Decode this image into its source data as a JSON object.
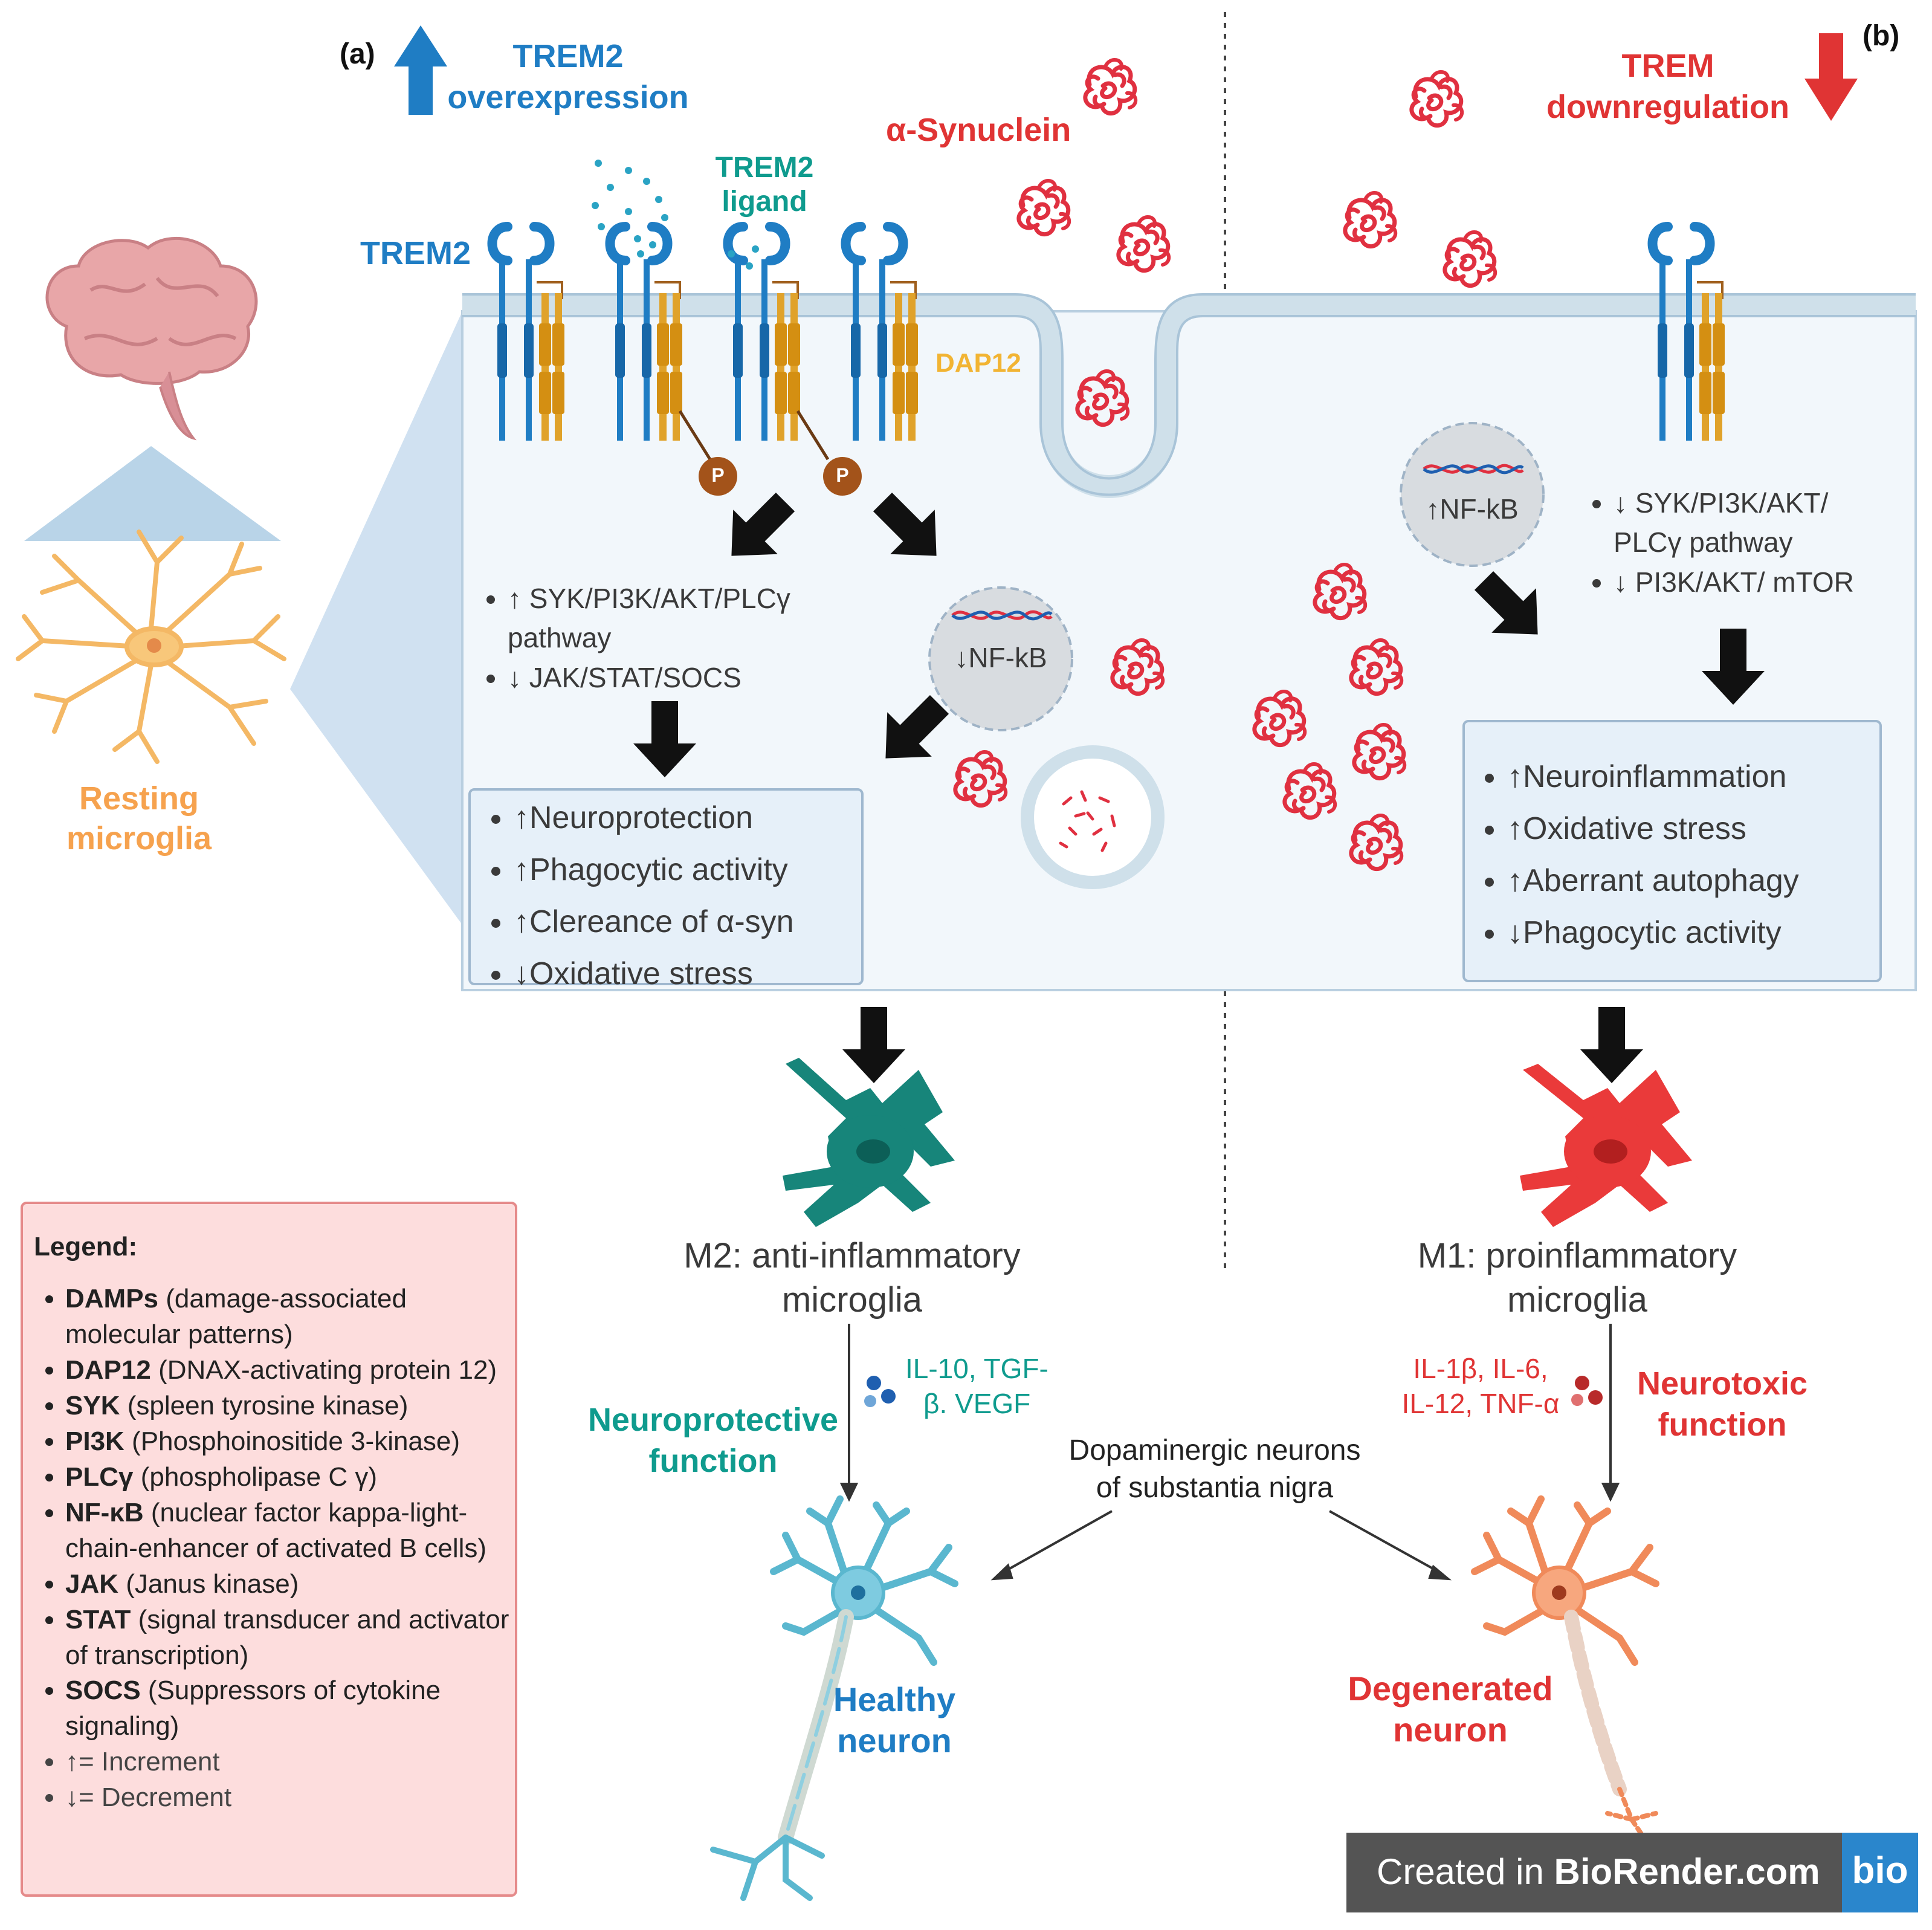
{
  "panel_a": {
    "label": "(a)",
    "header": [
      "TREM2",
      "overexpression"
    ],
    "trem2": "TREM2",
    "ligand": [
      "TREM2",
      "ligand"
    ],
    "dap12": "DAP12",
    "p1": "P",
    "p2": "P",
    "nfkb": "↓NF-kB",
    "pathway": [
      "↑ SYK/PI3K/AKT/PLCγ pathway",
      "↓ JAK/STAT/SOCS"
    ],
    "outcomes": [
      "↑Neuroprotection",
      "↑Phagocytic activity",
      "↑Clereance of α-syn",
      "↓Oxidative stress"
    ],
    "m2": [
      "M2: anti-inflammatory",
      "microglia"
    ],
    "cytokines": [
      "IL-10, TGF-",
      "β. VEGF"
    ],
    "function": [
      "Neuroprotective",
      "function"
    ],
    "neuron": [
      "Healthy",
      "neuron"
    ]
  },
  "panel_b": {
    "label": "(b)",
    "header": [
      "TREM",
      "downregulation"
    ],
    "nfkb": "↑NF-kB",
    "pathway": [
      "↓ SYK/PI3K/AKT/ PLCγ pathway",
      "↓ PI3K/AKT/ mTOR"
    ],
    "outcomes": [
      "↑Neuroinflammation",
      "↑Oxidative stress",
      "↑Aberrant autophagy",
      "↓Phagocytic activity"
    ],
    "m1": [
      "M1: proinflammatory",
      "microglia"
    ],
    "cytokines": [
      "IL-1β, IL-6,",
      "IL-12, TNF-α"
    ],
    "function": [
      "Neurotoxic",
      "function"
    ],
    "neuron": [
      "Degenerated",
      "neuron"
    ]
  },
  "synuclein": "α-Synuclein",
  "resting": [
    "Resting",
    "microglia"
  ],
  "dopaminergic": [
    "Dopaminergic neurons",
    "of substantia nigra"
  ],
  "legend": {
    "title": "Legend:",
    "items": [
      {
        "term": "DAMPs",
        "desc": " (damage-associated molecular patterns)"
      },
      {
        "term": "DAP12",
        "desc": " (DNAX-activating protein 12)"
      },
      {
        "term": "SYK",
        "desc": " (spleen tyrosine kinase)"
      },
      {
        "term": "PI3K",
        "desc": " (Phosphoinositide 3-kinase)"
      },
      {
        "term": "PLCγ",
        "desc": " (phospholipase C γ)"
      },
      {
        "term": "NF-κB",
        "desc": " (nuclear factor kappa-light-chain-enhancer of activated B cells)"
      },
      {
        "term": "JAK",
        "desc": " (Janus kinase)"
      },
      {
        "term": "STAT",
        "desc": " (signal transducer and activator of transcription)"
      },
      {
        "term": "SOCS",
        "desc": " (Suppressors of cytokine signaling)"
      }
    ],
    "increment": "↑= Increment",
    "decrement": "↓= Decrement"
  },
  "credit": {
    "prefix": "Created in ",
    "brand": "BioRender.com",
    "logo": "bio"
  },
  "colors": {
    "trem2": "#1f7dc4",
    "dap12": "#e0a22a",
    "teal": "#0f9b8e",
    "red": "#e03434",
    "membrane": "#cfe0ea",
    "cell": "#f2f7fb"
  }
}
